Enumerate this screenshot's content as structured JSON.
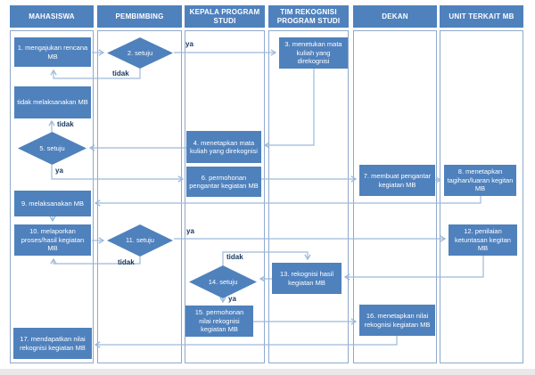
{
  "diagram": {
    "type": "swimlane-flowchart",
    "accent_color": "#4f81bd",
    "line_color": "#9db9da",
    "label_color": "#17365d",
    "lanes": [
      {
        "label": "MAHASISWA"
      },
      {
        "label": "PEMBIMBING"
      },
      {
        "label": "KEPALA PROGRAM STUDI"
      },
      {
        "label": "TIM REKOGNISI PROGRAM STUDI"
      },
      {
        "label": "DEKAN"
      },
      {
        "label": "UNIT TERKAIT MB"
      }
    ],
    "decision_labels": {
      "yes": "ya",
      "no": "tidak"
    },
    "nodes": [
      {
        "id": "n1",
        "type": "process",
        "lane": "MAHASISWA",
        "label": "1. mengajukan rencana MB"
      },
      {
        "id": "n2",
        "type": "decision",
        "lane": "PEMBIMBING",
        "label": "2. setuju"
      },
      {
        "id": "n3",
        "type": "process",
        "lane": "TIM REKOGNISI PROGRAM STUDI",
        "label": "3. menetukan mata kuliah yang direkognisi"
      },
      {
        "id": "n-tidak-mb",
        "type": "process",
        "lane": "MAHASISWA",
        "label": "tidak melaksanakan MB"
      },
      {
        "id": "n4",
        "type": "process",
        "lane": "KEPALA PROGRAM STUDI",
        "label": "4. menetapkan mata kuliah yang direkognisi"
      },
      {
        "id": "n5",
        "type": "decision",
        "lane": "MAHASISWA",
        "label": "5. setuju"
      },
      {
        "id": "n6",
        "type": "process",
        "lane": "KEPALA PROGRAM STUDI",
        "label": "6. permohonan pengantar kegiatan MB"
      },
      {
        "id": "n7",
        "type": "process",
        "lane": "DEKAN",
        "label": "7. membuat pengantar kegiatan MB"
      },
      {
        "id": "n8",
        "type": "process",
        "lane": "UNIT TERKAIT MB",
        "label": "8. menetapkan tagihan/luaran kegitan MB"
      },
      {
        "id": "n9",
        "type": "process",
        "lane": "MAHASISWA",
        "label": "9. melaksanakan MB"
      },
      {
        "id": "n10",
        "type": "process",
        "lane": "MAHASISWA",
        "label": "10. melaporkan proses/hasil kegiatan MB"
      },
      {
        "id": "n11",
        "type": "decision",
        "lane": "PEMBIMBING",
        "label": "11. setuju"
      },
      {
        "id": "n12",
        "type": "process",
        "lane": "UNIT TERKAIT MB",
        "label": "12. penilaian ketuntasan kegitan MB"
      },
      {
        "id": "n13",
        "type": "process",
        "lane": "TIM REKOGNISI PROGRAM STUDI",
        "label": "13. rekognisi hasil kegiatan MB"
      },
      {
        "id": "n14",
        "type": "decision",
        "lane": "KEPALA PROGRAM STUDI",
        "label": "14. setuju"
      },
      {
        "id": "n15",
        "type": "process",
        "lane": "KEPALA PROGRAM STUDI",
        "label": "15. permohonan nilai rekognisi kegiatan MB"
      },
      {
        "id": "n16",
        "type": "process",
        "lane": "DEKAN",
        "label": "16. menetapkan nilai rekognisi kegiatan MB"
      },
      {
        "id": "n17",
        "type": "process",
        "lane": "MAHASISWA",
        "label": "17. mendapatkan nilai rekognisi kegiatan MB"
      }
    ]
  }
}
